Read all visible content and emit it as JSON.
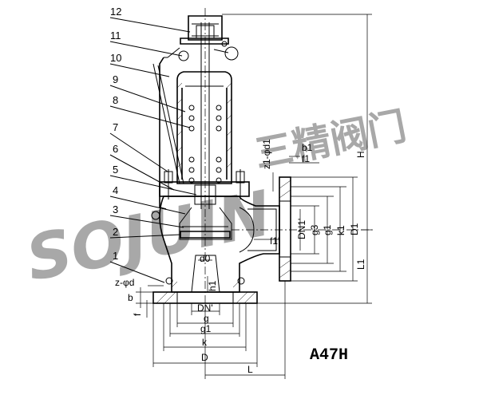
{
  "model": "A47H",
  "part_numbers": [
    "12",
    "11",
    "10",
    "9",
    "8",
    "7",
    "6",
    "5",
    "4",
    "3",
    "2",
    "1"
  ],
  "dimension_labels": {
    "z_d": "z-φd",
    "z_d1": "z1-φd1",
    "b": "b",
    "b1": "b1",
    "f": "f",
    "f1": "f1",
    "f1_prime": "f1'",
    "d0": "d0",
    "h1": "h1",
    "dn_prime": "DN'",
    "dn1_prime": "DN1'",
    "g": "g",
    "g1": "g1",
    "g3": "g3",
    "k": "k",
    "k1": "k1",
    "D": "D",
    "D1": "D1",
    "L": "L",
    "L1": "L1",
    "H": "H"
  },
  "watermark": {
    "brand": "SOJUIN",
    "cn": "三精阀门"
  }
}
